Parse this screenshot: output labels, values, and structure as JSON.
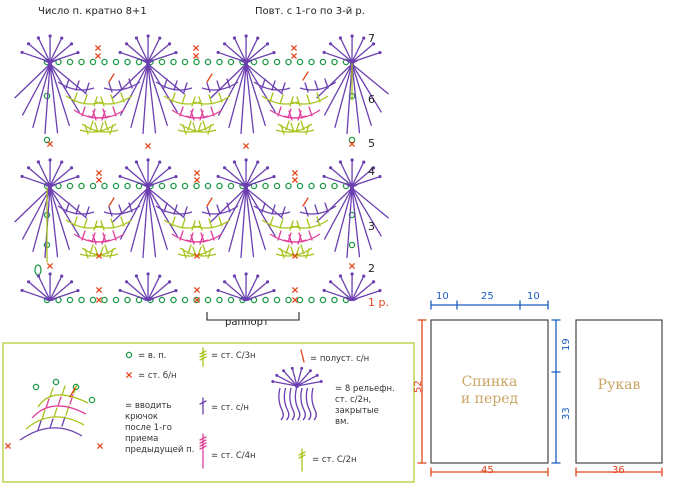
{
  "chart_header": {
    "stitch_multiple": "Число п. кратно 8+1",
    "repeat_rows": "Повт. с 1-го по 3-й р."
  },
  "row_labels": [
    "7",
    "6",
    "5",
    "4",
    "3",
    "2",
    "1 р."
  ],
  "repeat_label": "раппорт",
  "legend": {
    "chain": "= в. п.",
    "single_crochet": "= ст. б/н",
    "dc_3": "= ст. С/3н",
    "slip_dc": "= полуст. с/н",
    "dc": "= ст. с/н",
    "dc_4": "= ст. С/4н",
    "dc_2": "= ст. С/2н",
    "fan_note": "= вводить\nкрючок\nпосле 1-го\nприема\nпредыдущей п.",
    "relief_note": "= 8 рельефн.\nст. с/2н,\nзакрытые\nвм."
  },
  "schematic": {
    "back_front": {
      "title": "Спинка\nи перед",
      "top_dims": [
        "10",
        "25",
        "10"
      ],
      "height": "52",
      "right_upper": "19",
      "right_lower": "33",
      "width": "45"
    },
    "sleeve": {
      "title": "Рукав",
      "width": "36"
    }
  },
  "colors": {
    "green": "#1f9a47",
    "purple": "#6b3fb0",
    "yellowgreen": "#a8c41c",
    "pink": "#e0409a",
    "orange": "#e0451c",
    "blue": "#1a5cc0",
    "red": "#e0451c",
    "legend_border": "#b8cc3a"
  }
}
